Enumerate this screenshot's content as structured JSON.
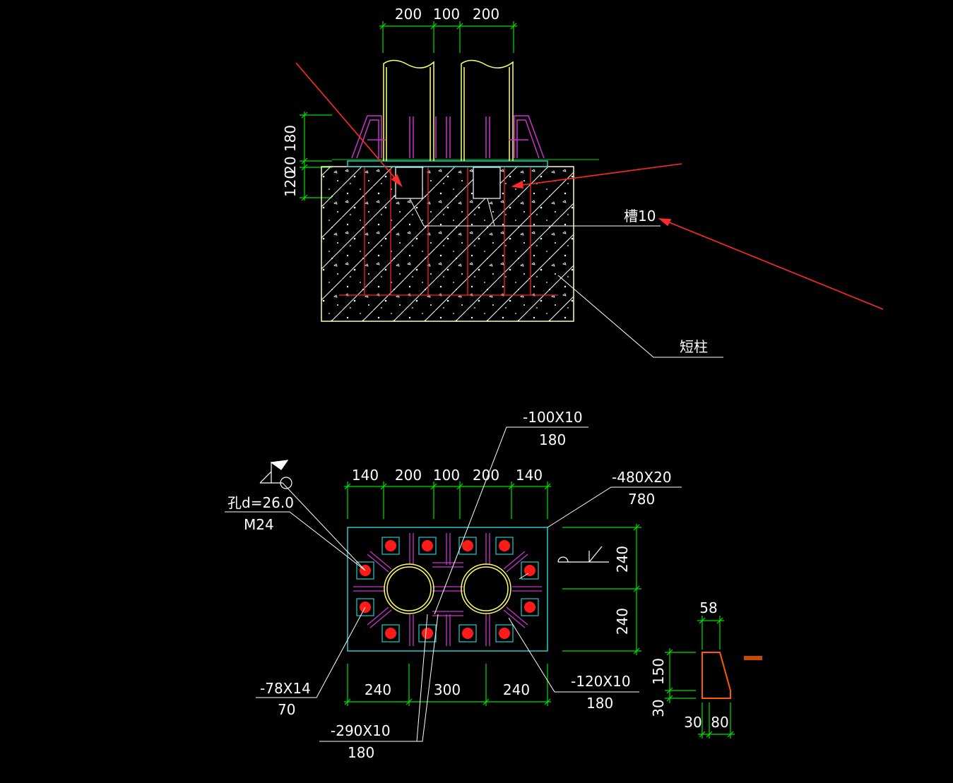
{
  "colors": {
    "background": "#000000",
    "dimension": "#00e000",
    "pipe": "#ffff66",
    "bracket": "#cc33cc",
    "rebar": "#ff2020",
    "plate": "#22cccc",
    "arrow": "#ff2a2a",
    "leader": "#ffffff",
    "concrete_border": "#ffffaa",
    "section_stroke": "#ff5a00"
  },
  "elevation": {
    "top_dims": [
      "200",
      "100",
      "200"
    ],
    "left_dims": [
      "180",
      "20",
      "120"
    ],
    "channel_label": "槽10",
    "stub_label": "短柱"
  },
  "plan": {
    "plate_label": "-480X20",
    "plate_len": "780",
    "stiffener1_label": "-100X10",
    "stiffener1_len": "180",
    "hole_label": "孔d=26.0",
    "bolt_label": "M24",
    "top_dims": [
      "140",
      "200",
      "100",
      "200",
      "140"
    ],
    "right_dims": [
      "240",
      "240"
    ],
    "bottom_dims": [
      "240",
      "300",
      "240"
    ],
    "rib_label": "-78X14",
    "rib_len": "70",
    "stiffener2_label": "-120X10",
    "stiffener2_len": "180",
    "stiffener3_label": "-290X10",
    "stiffener3_len": "180"
  },
  "rib_detail": {
    "width_top": "58",
    "height": "150",
    "bottom_offset": "30",
    "bottom_left": "30",
    "bottom_right": "80"
  }
}
